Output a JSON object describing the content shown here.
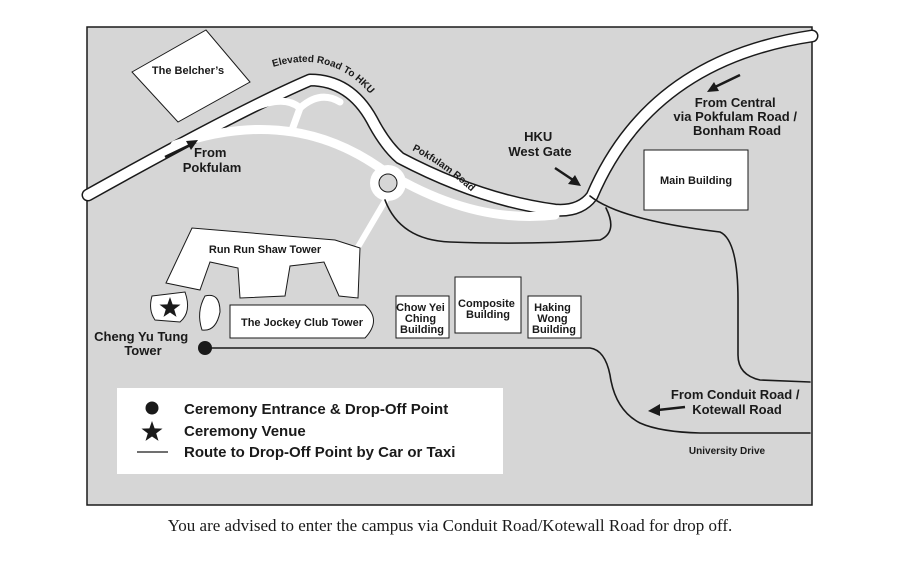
{
  "colors": {
    "ground": "#d6d6d6",
    "building": "#ffffff",
    "road": "#ffffff",
    "line": "#1a1a1a"
  },
  "buildings": {
    "belchers": "The Belcher’s",
    "main_building": "Main Building",
    "run_run_shaw": "Run Run Shaw Tower",
    "jockey_club": "The Jockey Club Tower",
    "chow_yei_ching": [
      "Chow Yei",
      "Ching",
      "Building"
    ],
    "composite": [
      "Composite",
      "Building"
    ],
    "haking_wong": [
      "Haking",
      "Wong",
      "Building"
    ],
    "cheng_yu_tung": [
      "Cheng Yu Tung",
      "Tower"
    ]
  },
  "places": {
    "hku_west_gate": [
      "HKU",
      "West Gate"
    ],
    "from_pokfulam": [
      "From",
      "Pokfulam"
    ],
    "from_central": [
      "From Central",
      "via Pokfulam Road /",
      "Bonham Road"
    ],
    "from_conduit": [
      "From Conduit Road /",
      "Kotewall Road"
    ]
  },
  "roads": {
    "elevated_road": "Elevated Road To HKU",
    "pokfulam_road": "Pokfulam Road",
    "university_drive": "University Drive"
  },
  "legend": {
    "entrance": "Ceremony Entrance & Drop-Off Point",
    "venue": "Ceremony Venue",
    "route": "Route to Drop-Off Point by Car or Taxi"
  },
  "icons": {
    "entrance": "filled-circle-icon",
    "venue": "star-icon",
    "route": "line-icon",
    "direction": "arrow-icon"
  },
  "caption": "You are advised to enter the campus via Conduit Road/Kotewall Road for drop off."
}
